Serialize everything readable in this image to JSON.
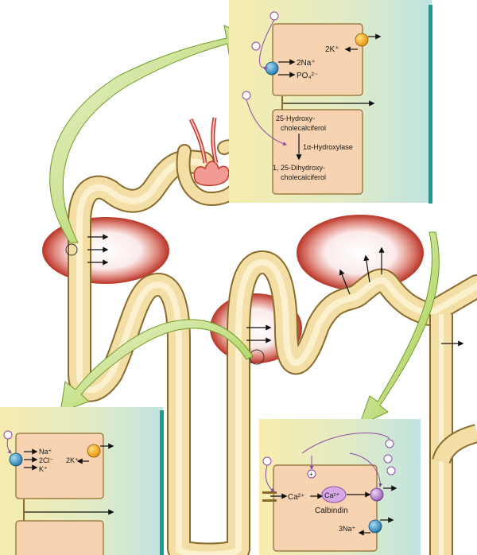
{
  "top_panel": {
    "ions": [
      "2Na⁺",
      "PO₄²⁻",
      "2K⁺"
    ],
    "pathway": {
      "substrate": [
        "25-Hydroxy-",
        "cholecalciferol"
      ],
      "enzyme": "1α-Hydroxylase",
      "product": [
        "1, 25-Dihydroxy-",
        "cholecalciferol"
      ]
    }
  },
  "left_panel": {
    "ions": [
      "Na⁺",
      "2Cl⁻",
      "K⁺",
      "2K⁺"
    ]
  },
  "right_panel": {
    "ions": [
      "Ca²⁺",
      "Ca²⁺",
      "3Na⁺"
    ],
    "protein": "Calbindin",
    "plus_sign": "+"
  },
  "colors": {
    "tubule_fill": "#f3dfa6",
    "tubule_edge": "#8a6b2c",
    "cell_fill": "#f8d3b2",
    "panel_warm": "#f6ebb0",
    "panel_cool": "#c9e7e4",
    "blob": "#c0392b",
    "arrow_green": "#a5cf4a",
    "transporter_blue": "#2f93c8",
    "pump_orange": "#f2a916",
    "channel_purple": "#b98ed0"
  }
}
